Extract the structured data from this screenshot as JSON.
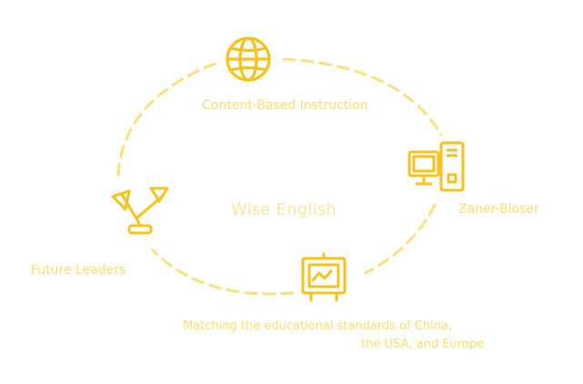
{
  "diagram": {
    "center_title": "Wise English",
    "nodes": [
      {
        "id": "content-based",
        "label": "Content-Based Instruction",
        "icon": "globe-icon"
      },
      {
        "id": "zaner-bloser",
        "label": "Zaner-Bloser",
        "icon": "desktop-computer-icon"
      },
      {
        "id": "matching",
        "label_line1": "Matching the educational standards of China,",
        "label_line2": "the USA, and Europe",
        "icon": "presentation-board-icon"
      },
      {
        "id": "future-leaders",
        "label": "Future Leaders",
        "icon": "balance-scale-icon"
      }
    ]
  },
  "colors": {
    "icon": "#F7C21B",
    "label": "#FBDE6E",
    "dash": "#FBE07D",
    "center": "#FCE7A0",
    "background": "#FFFFFF"
  }
}
